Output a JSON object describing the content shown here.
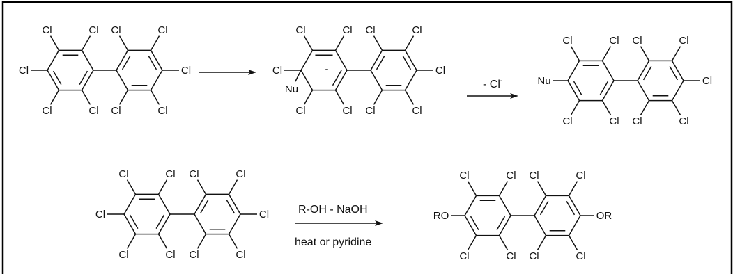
{
  "atoms": {
    "chlorine": "Cl",
    "nucleophile": "Nu",
    "alkoxy": "OR",
    "alkoxy_left": "RO",
    "charge": "-"
  },
  "reactions": {
    "elimination": {
      "label": "- Cl",
      "superscript": "-"
    },
    "substitution": {
      "reagent": "R-OH - NaOH",
      "condition": "heat or pyridine"
    }
  }
}
